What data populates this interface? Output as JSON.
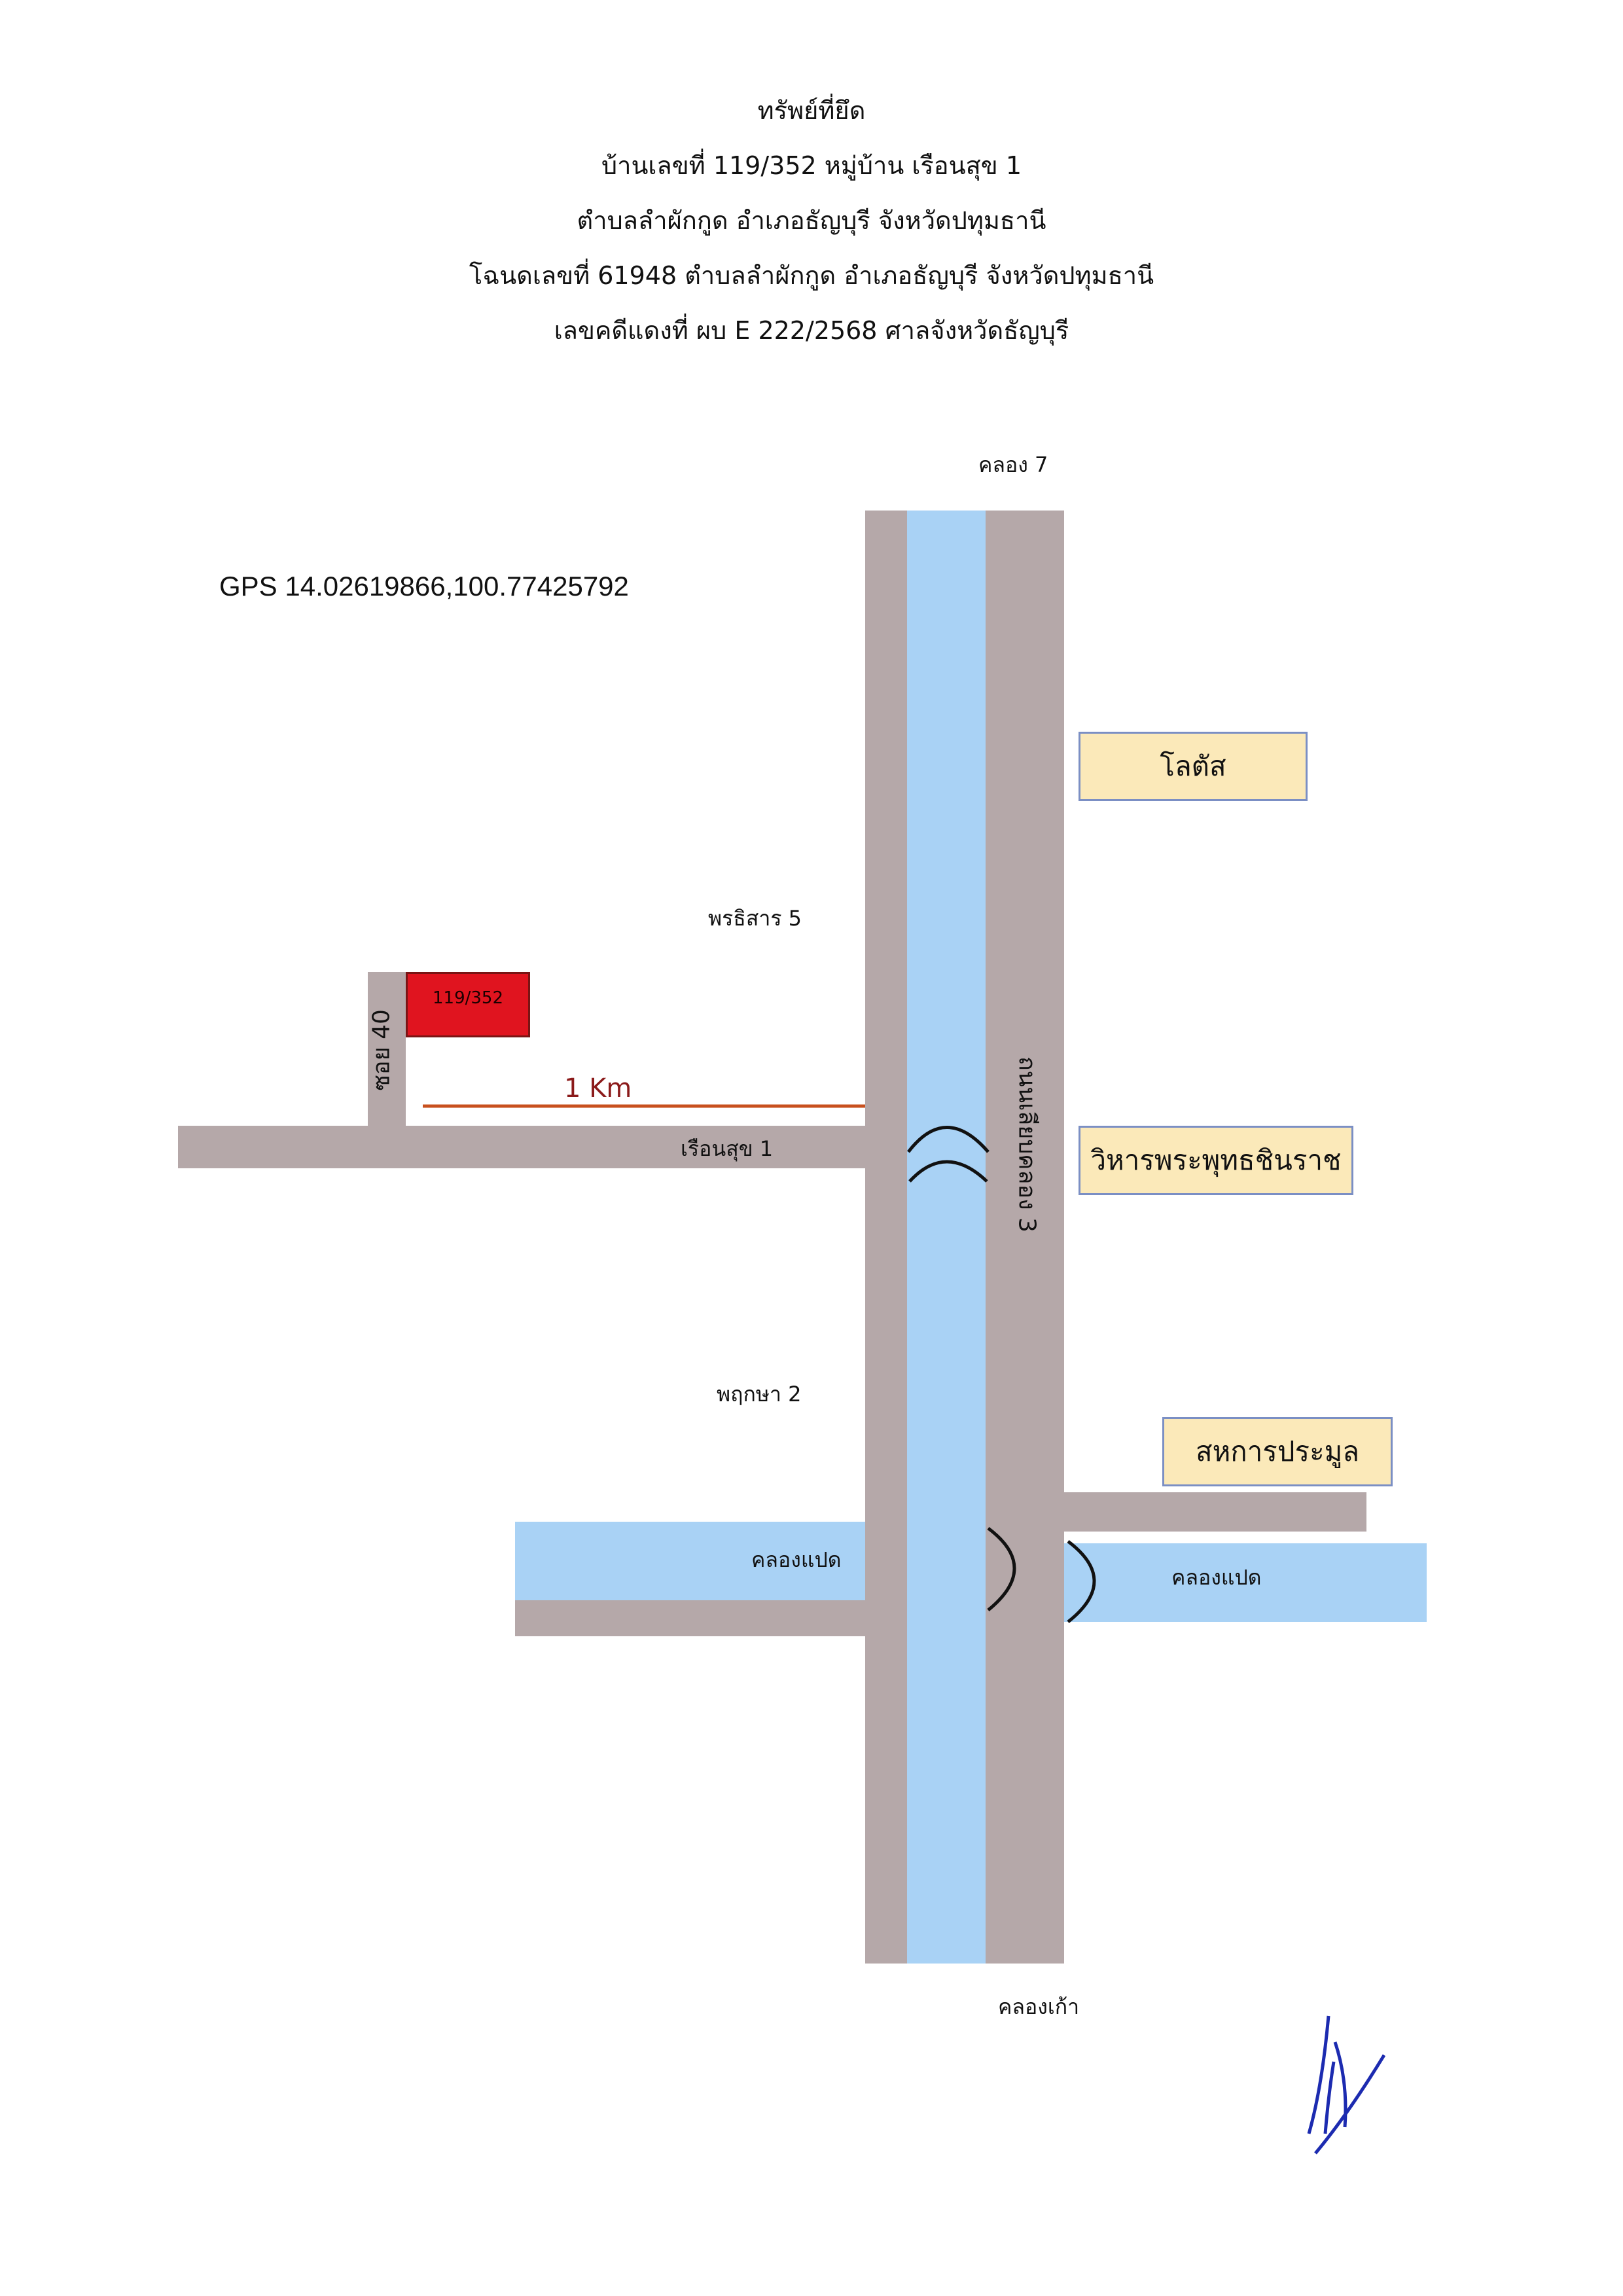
{
  "header": {
    "line1": "ทรัพย์ที่ยึด",
    "line2": "บ้านเลขที่  119/352 หมู่บ้าน เรือนสุข 1",
    "line3": "ตำบลลำผักกูด อำเภอธัญบุรี จังหวัดปทุมธานี",
    "line4": "โฉนดเลขที่ 61948 ตำบลลำผักกูด อำเภอธัญบุรี จังหวัดปทุมธานี",
    "line5": "เลขคดีแดงที่ ผบ E 222/2568  ศาลจังหวัดธัญบุรี"
  },
  "map": {
    "gps": "GPS 14.02619866,100.77425792",
    "north_label": "คลอง 7",
    "south_label": "คลองเก้า",
    "village_north": "พรธิสาร 5",
    "village_south": "พฤกษา 2",
    "main_road": "ถนนเลียบคลอง 3",
    "side_road": "เรือนสุข 1",
    "soi": "ซอย 40",
    "distance": "1 Km",
    "house_number": "119/352",
    "canal_left": "คลองแปด",
    "canal_right": "คลองแปด",
    "landmarks": {
      "lotus": "โลตัส",
      "temple": "วิหารพระพุทธชินราช",
      "cooperative": "สหการประมูล"
    },
    "colors": {
      "road": "#b5a8a9",
      "canal": "#a9d2f5",
      "house": "#e0141f",
      "landmark_fill": "#fbe9b9",
      "distance_line": "#c8501e"
    }
  }
}
